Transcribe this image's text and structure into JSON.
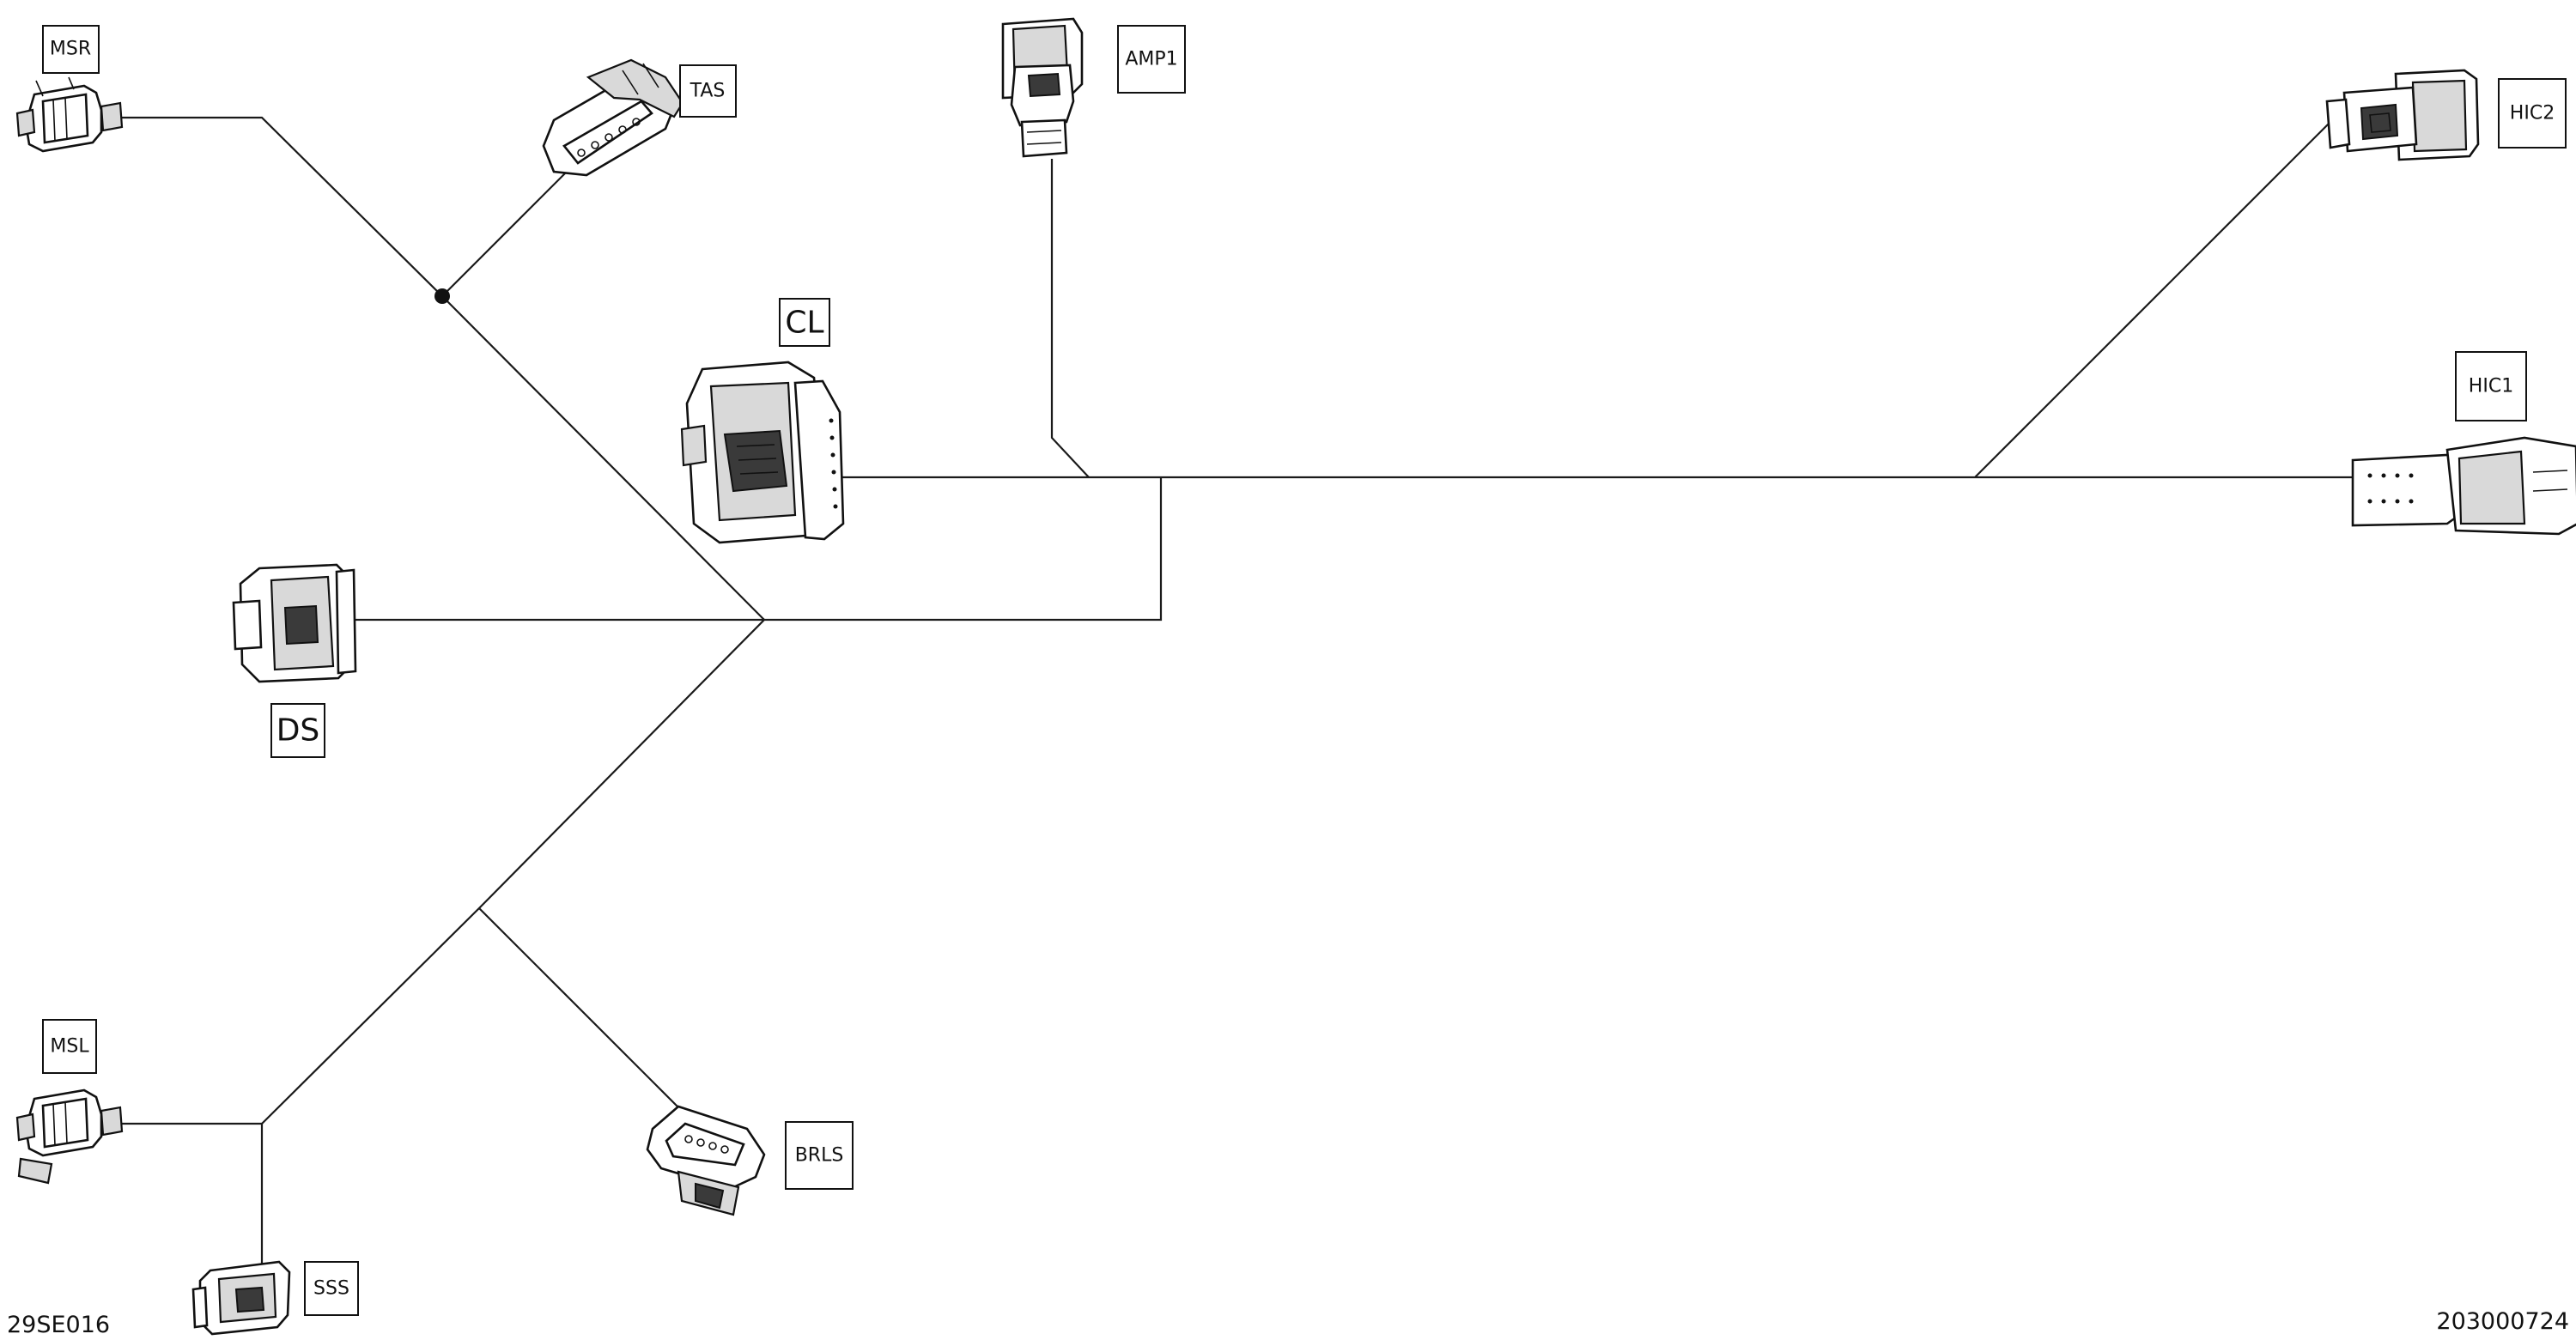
{
  "diagram": {
    "connectors": [
      {
        "id": "MSR",
        "label": "MSR"
      },
      {
        "id": "TAS",
        "label": "TAS"
      },
      {
        "id": "AMP1",
        "label": "AMP1"
      },
      {
        "id": "CL",
        "label": "CL"
      },
      {
        "id": "HIC2",
        "label": "HIC2"
      },
      {
        "id": "HIC1",
        "label": "HIC1"
      },
      {
        "id": "DS",
        "label": "DS"
      },
      {
        "id": "MSL",
        "label": "MSL"
      },
      {
        "id": "SSS",
        "label": "SSS"
      },
      {
        "id": "BRLS",
        "label": "BRLS"
      }
    ],
    "footer": {
      "left_code": "29SE016",
      "right_code": "203000724"
    }
  }
}
